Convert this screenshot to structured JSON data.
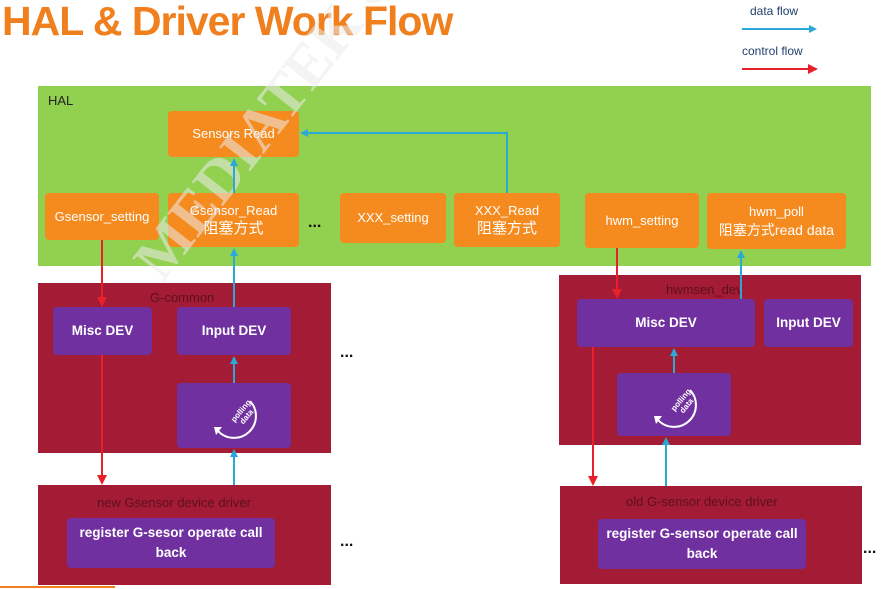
{
  "title": "HAL & Driver Work Flow",
  "legend": {
    "data_flow": "data flow",
    "control_flow": "control flow"
  },
  "colors": {
    "data_arrow": "#2aa8d8",
    "control_arrow": "#e8202a",
    "hal_bg": "#92d050",
    "box_orange": "#f58a1f",
    "driver_red": "#a31b35",
    "box_purple": "#7030a0",
    "title": "#f07f1d"
  },
  "hal": {
    "label": "HAL",
    "sensors_read": "Sensors Read",
    "gsensor_setting": "Gsensor_setting",
    "gsensor_read": {
      "line1": "Gsensor_Read",
      "line2": "阻塞方式"
    },
    "xxx_setting": "XXX_setting",
    "xxx_read": {
      "line1": "XXX_Read",
      "line2": "阻塞方式"
    },
    "hwm_setting": "hwm_setting",
    "hwm_poll": {
      "line1": "hwm_poll",
      "line2": "阻塞方式read data"
    },
    "ellipsis": "..."
  },
  "g_common": {
    "label": "G-common",
    "misc_dev": "Misc DEV",
    "input_dev": "Input DEV",
    "polling_icon": "polling-data-icon",
    "polling_text": [
      "polling",
      "data"
    ],
    "ellipsis": "..."
  },
  "new_driver": {
    "label": "new Gsensor device driver",
    "callback": "register  G-sesor operate call back",
    "ellipsis": "..."
  },
  "hwmsen": {
    "label": "hwmsen_dev",
    "misc_dev": "Misc DEV",
    "input_dev": "Input DEV",
    "polling_text": [
      "polling",
      "data"
    ]
  },
  "old_driver": {
    "label": "old G-sensor device driver",
    "callback": "register  G-sensor operate call back",
    "ellipsis": "..."
  },
  "watermark": "MEDIATEK CONFIDENTIAL yunfei@eastaeon.com US"
}
